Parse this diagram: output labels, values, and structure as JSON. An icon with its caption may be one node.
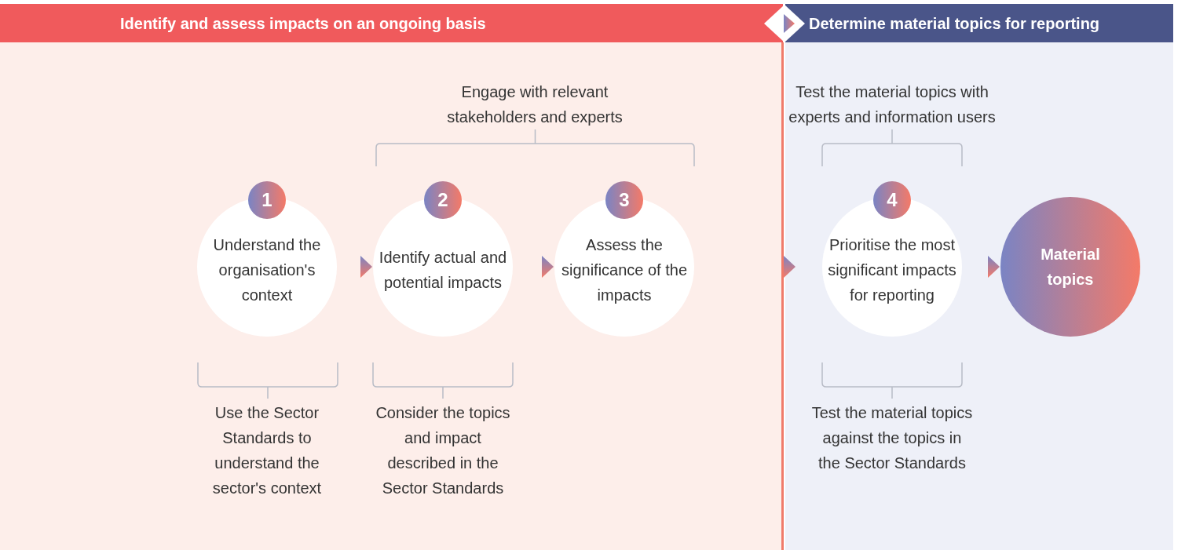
{
  "diagram": {
    "nodes": [
      {
        "text": [
          "Identify and assess impacts on an ongoing basis"
        ]
      },
      {
        "text": [
          "Determine material topics for reporting"
        ]
      },
      {
        "text": [
          "1",
          "Understand the organisation's context"
        ],
        "in": 0
      },
      {
        "text": [
          "2",
          "Identify actual and potential impacts"
        ],
        "in": 0
      },
      {
        "text": [
          "3",
          "Assess the significance of the impacts"
        ],
        "in": 0
      },
      {
        "text": [
          "4",
          "Prioritise the most significant impacts for reporting"
        ],
        "in": 1
      },
      {
        "text": [
          "Material topics"
        ],
        "in": 1
      }
    ],
    "edges": [
      {
        "from": 2,
        "to": 3,
        "arrow": "to"
      },
      {
        "from": 3,
        "to": 4,
        "arrow": "to"
      },
      {
        "from": 0,
        "to": 1,
        "arrow": "to"
      },
      {
        "from": 5,
        "to": 6,
        "arrow": "to"
      }
    ],
    "labels": [
      "Engage with relevant stakeholders and experts",
      "Test the material topics with experts and information users",
      "Use the Sector Standards to understand the sector's context",
      "Consider the topics and impact described in the Sector Standards",
      "Test the material topics against the topics in the Sector Standards"
    ]
  }
}
